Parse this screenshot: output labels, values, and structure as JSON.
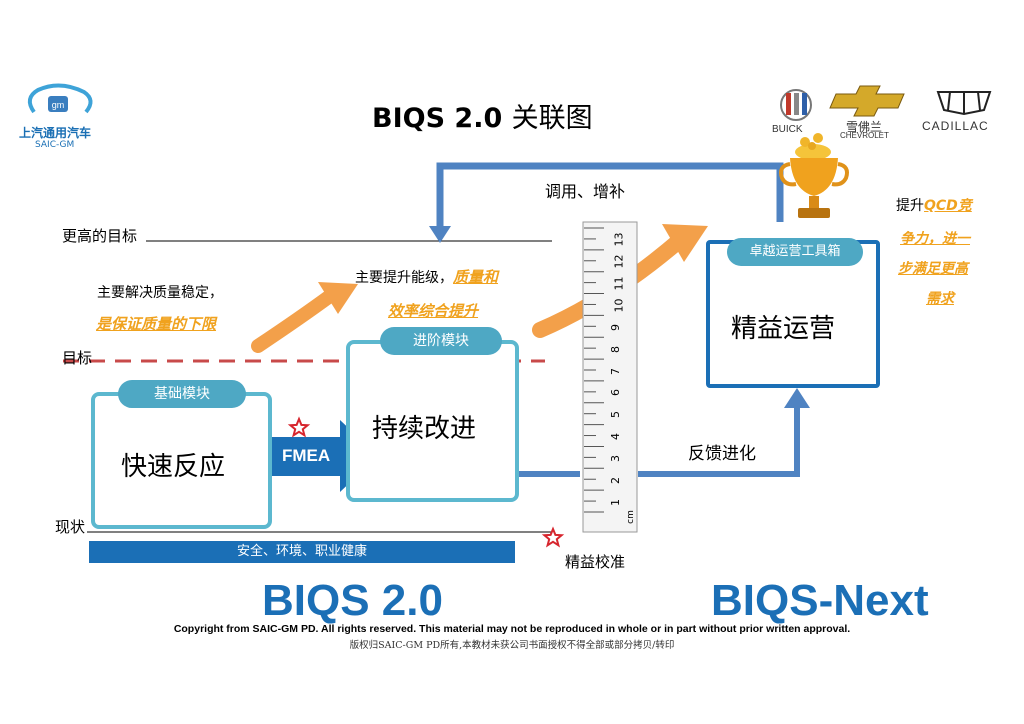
{
  "title": {
    "latin": "BIQS 2.0",
    "cn": "关联图"
  },
  "logo": {
    "line1": "上汽通用汽车",
    "line2": "SAIC-GM",
    "emblem": "gm"
  },
  "brands": {
    "buick": "BUICK",
    "chevrolet_cn": "雪佛兰",
    "chevrolet": "CHEVROLET",
    "cadillac": "CADILLAC"
  },
  "levels": {
    "higher_goal": "更高的目标",
    "goal": "目标",
    "current": "现状"
  },
  "notes": {
    "left_line1": "主要解决质量稳定，",
    "left_line2": "是保证质量的下限",
    "mid_line1": "主要提升能级，",
    "mid_line1_hl": "质量和",
    "mid_line2": "效率综合提升",
    "right_prefix": "提升",
    "right_hl1": "QCD竞",
    "right_hl2": "争力，进一",
    "right_hl3": "步满足更高",
    "right_hl4": "需求"
  },
  "modules": {
    "basic": {
      "tag": "基础模块",
      "main": "快速反应"
    },
    "advanced": {
      "tag": "进阶模块",
      "main": "持续改进"
    },
    "excellent": {
      "tag": "卓越运营工具箱",
      "main": "精益运营"
    }
  },
  "arrows": {
    "fmea": "FMEA",
    "top_loop": "调用、增补",
    "feedback": "反馈进化",
    "ruler": "精益校准"
  },
  "ruler": {
    "numbers": [
      "13",
      "12",
      "11",
      "10",
      "9",
      "8",
      "7",
      "6",
      "5",
      "4",
      "3",
      "2",
      "1"
    ],
    "unit": "cm"
  },
  "safety_bar": "安全、环境、职业健康",
  "footer": {
    "left_big": "BIQS 2.0",
    "right_big": "BIQS-Next",
    "copyright": "Copyright  from SAIC-GM PD. All rights reserved. This material may not be reproduced in whole or in part without prior written approval.",
    "copyright_cn": "版权归SAIC-GM PD所有,本教材未获公司书面授权不得全部或部分拷贝/转印"
  },
  "colors": {
    "cyan": "#5cb8cf",
    "blue": "#1b6fb6",
    "orange": "#f0a21e",
    "red_dash": "#c84a4a",
    "loop_blue": "#4f83c2"
  }
}
